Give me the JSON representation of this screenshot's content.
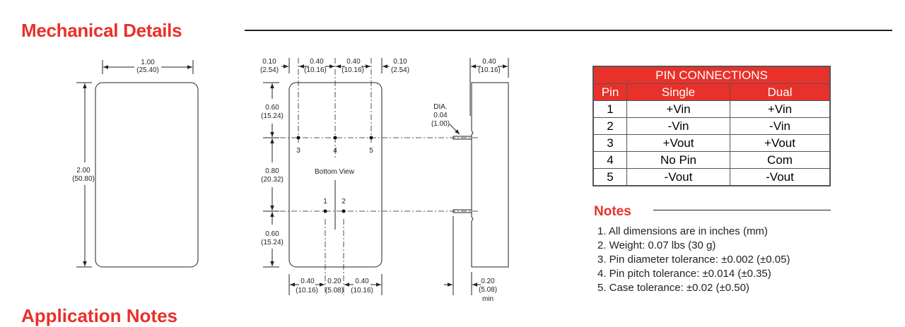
{
  "section_title": "Mechanical Details",
  "next_section_title": "Application Notes",
  "front_view": {
    "width": "1.00",
    "width_mm": "(25.40)",
    "height": "2.00",
    "height_mm": "(50.80)"
  },
  "bottom_view": {
    "label": "Bottom View",
    "top_dims": [
      {
        "in": "0.10",
        "mm": "(2.54)"
      },
      {
        "in": "0.40",
        "mm": "(10.16)"
      },
      {
        "in": "0.40",
        "mm": "(10.16)"
      },
      {
        "in": "0.10",
        "mm": "(2.54)"
      }
    ],
    "left_dims": [
      {
        "in": "0.60",
        "mm": "(15.24)"
      },
      {
        "in": "0.80",
        "mm": "(20.32)"
      },
      {
        "in": "0.60",
        "mm": "(15.24)"
      }
    ],
    "bottom_dims": [
      {
        "in": "0.40",
        "mm": "(10.16)"
      },
      {
        "in": "0.20",
        "mm": "(5.08)"
      },
      {
        "in": "0.40",
        "mm": "(10.16)"
      }
    ],
    "pins": [
      "1",
      "2",
      "3",
      "4",
      "5"
    ]
  },
  "side_view": {
    "width": "0.40",
    "width_mm": "(10.16)",
    "pin_dia_label": "DIA.",
    "pin_dia": "0.04",
    "pin_dia_mm": "(1.00)",
    "pin_len": "0.20",
    "pin_len_mm": "(5.08)",
    "pin_len_note": "min"
  },
  "pin_table": {
    "title": "PIN CONNECTIONS",
    "headers": [
      "Pin",
      "Single",
      "Dual"
    ],
    "rows": [
      [
        "1",
        "+Vin",
        "+Vin"
      ],
      [
        "2",
        "-Vin",
        "-Vin"
      ],
      [
        "3",
        "+Vout",
        "+Vout"
      ],
      [
        "4",
        "No Pin",
        "Com"
      ],
      [
        "5",
        "-Vout",
        "-Vout"
      ]
    ]
  },
  "notes": {
    "title": "Notes",
    "items": [
      "1. All dimensions are in inches (mm)",
      "2. Weight: 0.07 lbs (30 g)",
      "3. Pin diameter tolerance: ±0.002 (±0.05)",
      "4. Pin pitch tolerance: ±0.014 (±0.35)",
      "5. Case tolerance: ±0.02 (±0.50)"
    ]
  }
}
